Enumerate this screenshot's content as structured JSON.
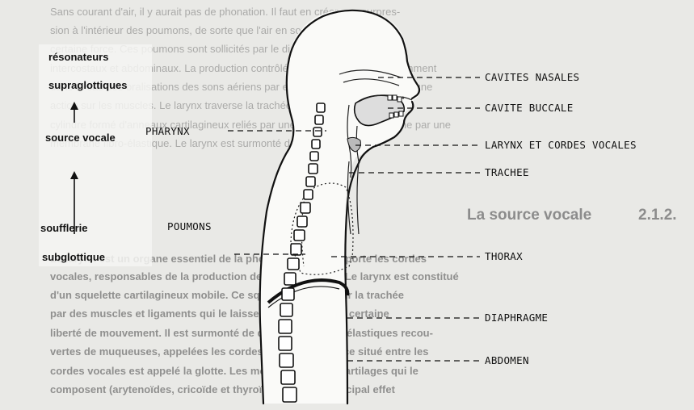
{
  "background_text": {
    "lines": [
      "Sans courant d'air, il y aurait pas de phonation. Il faut en créer une surpres-",
      "sion à l'intérieur des poumons, de sorte que l'air en sort expulsé avec une",
      "certaine force. Ces poumons sont sollicités par le diaphragme et les muscles",
      "intercostaux et abdominaux. La production contrôlée (intentionnelle) consciemment",
      "dans le cas des oralisations des sons aériens par exemple) sa mécanique par une",
      "action sur les muscles. Le larynx traverse la trachée, qui a la forme d'un",
      "cylindre formé d'anneaux cartilagineux reliés par une membrane et se termine par une",
      "membrane fibro-élastique. Le larynx est surmonté du larynx."
    ],
    "section_number": "2.1.2.",
    "section_title": "La source vocale",
    "lines_bottom": [
      "Le larynx est un organe essentiel de la phonation car il supporte les cordes",
      "vocales, responsables de la production des sons sonores. Le larynx est constitué",
      "d'un squelette cartilagineux mobile. Ce squelette est fixé sur la trachée",
      "par des muscles et ligaments qui le laissent cependant une certaine",
      "liberté de mouvement. Il est surmonté de deux membranes élastiques recou-",
      "vertes de muqueuses, appelées les cordes vocales. L'espace situé entre les",
      "cordes vocales est appelé la glotte. Les mouvements des cartilages qui le",
      "composent (arytenoïdes, cricoïde et thyroïde) ont pour principal effet"
    ]
  },
  "left_labels": {
    "resonators_1": "résonateurs",
    "resonators_2": "supraglottiques",
    "source": "source vocale",
    "bellows_1": "soufflerie",
    "bellows_2": "subglottique"
  },
  "labels": {
    "pharynx": "PHARYNX",
    "poumons": "POUMONS",
    "cavites_nasales": "CAVITES NASALES",
    "cavite_buccale": "CAVITE BUCCALE",
    "larynx": "LARYNX ET CORDES VOCALES",
    "trachee": "TRACHEE",
    "thorax": "THORAX",
    "diaphragme": "DIAPHRAGME",
    "abdomen": "ABDOMEN"
  }
}
